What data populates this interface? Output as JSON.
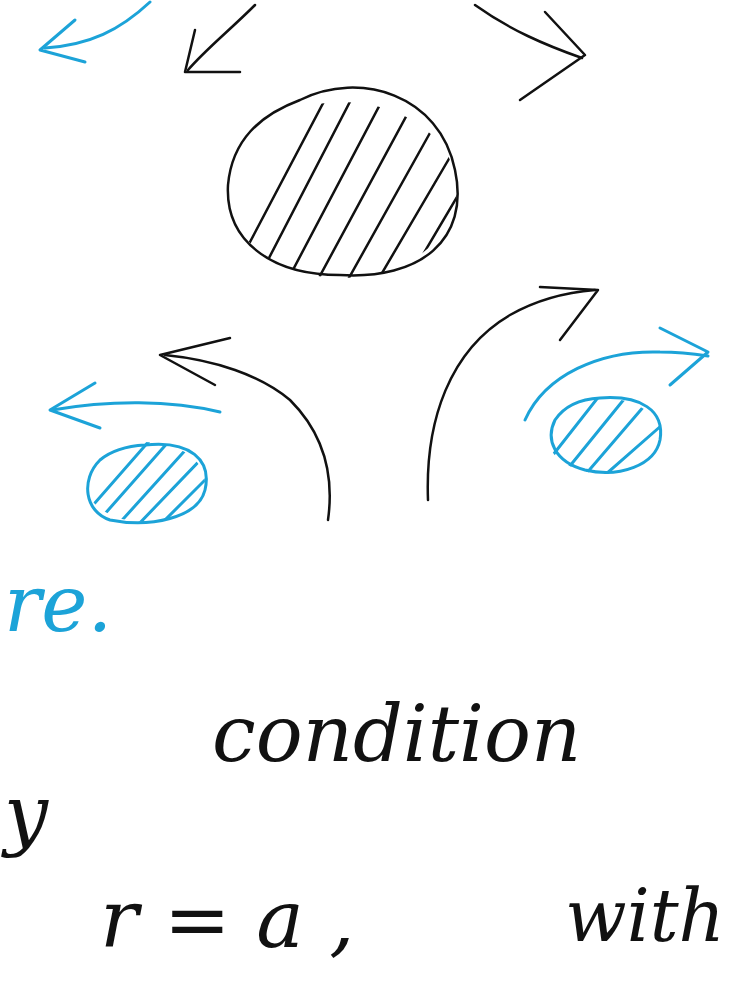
{
  "diagram": {
    "labels": [
      "re.",
      "y",
      "condition",
      "r = a ,",
      "with"
    ]
  }
}
